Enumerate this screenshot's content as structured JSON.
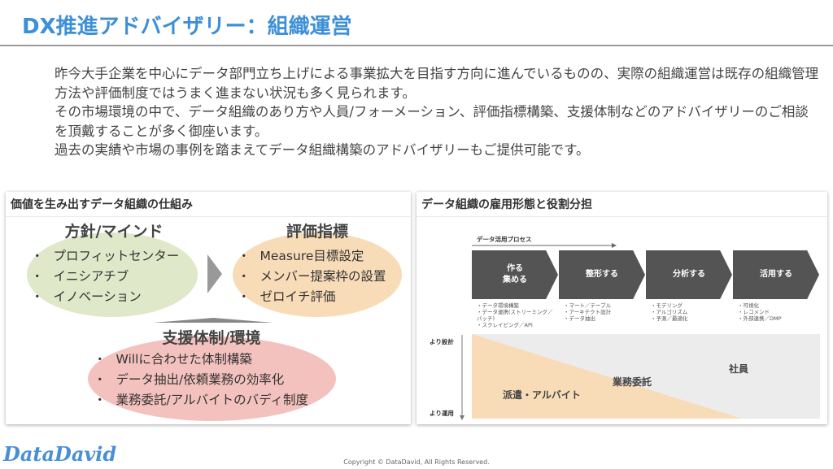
{
  "header": {
    "title": "DX推進アドバイザリー：組織運営"
  },
  "intro": [
    "昨今大手企業を中心にデータ部門立ち上げによる事業拡大を目指す方向に進んでいるものの、実際の組織運営は既存の組織管理方法や評価制度ではうまく進まない状況も多く見られます。",
    "その市場環境の中で、データ組織のあり方や人員/フォーメーション、評価指標構築、支援体制などのアドバイザリーのご相談を頂戴することが多く御座います。",
    "過去の実績や市場の事例を踏まえてデータ組織構築のアドバイザリーもご提供可能です。"
  ],
  "left_panel": {
    "title": "価値を生み出すデータ組織の仕組み",
    "policy": {
      "heading": "方針/マインド",
      "items": [
        "プロフィットセンター",
        "イニシアチブ",
        "イノベーション"
      ],
      "color": "#dfe8c9"
    },
    "metrics": {
      "heading": "評価指標",
      "items": [
        "Measure目標設定",
        "メンバー提案枠の設置",
        "ゼロイチ評価"
      ],
      "color": "#f8dcb8"
    },
    "support": {
      "heading": "支援体制/環境",
      "items": [
        "Willに合わせた体制構築",
        "データ抽出/依頼業務の効率化",
        "業務委託/アルバイトのバディ制度"
      ],
      "color": "#f4c2be"
    }
  },
  "right_panel": {
    "title": "データ組織の雇用形態と役割分担",
    "process_label": "データ活用プロセス",
    "steps": [
      {
        "label": "作る\n集める",
        "details": "・データ環境構築\n・データ連携(ストリーミング／\nバッチ)\n・スクレイピング／API"
      },
      {
        "label": "整形する",
        "details": "・マート／テーブル\n・アーキテクト設計\n・データ抽出"
      },
      {
        "label": "分析する",
        "details": "・モデリング\n・アルゴリズム\n・予測／最適化"
      },
      {
        "label": "活用する",
        "details": "・可視化\n・レコメンド\n・外部連携／DMP"
      }
    ],
    "axis_top": "より設計",
    "axis_bottom": "より運用",
    "roles": [
      "派遣・アルバイト",
      "業務委託",
      "社員"
    ]
  },
  "footer": {
    "logo": "DataDavid",
    "copyright": "Copyright © DataDavid, All Rights Reserved."
  }
}
